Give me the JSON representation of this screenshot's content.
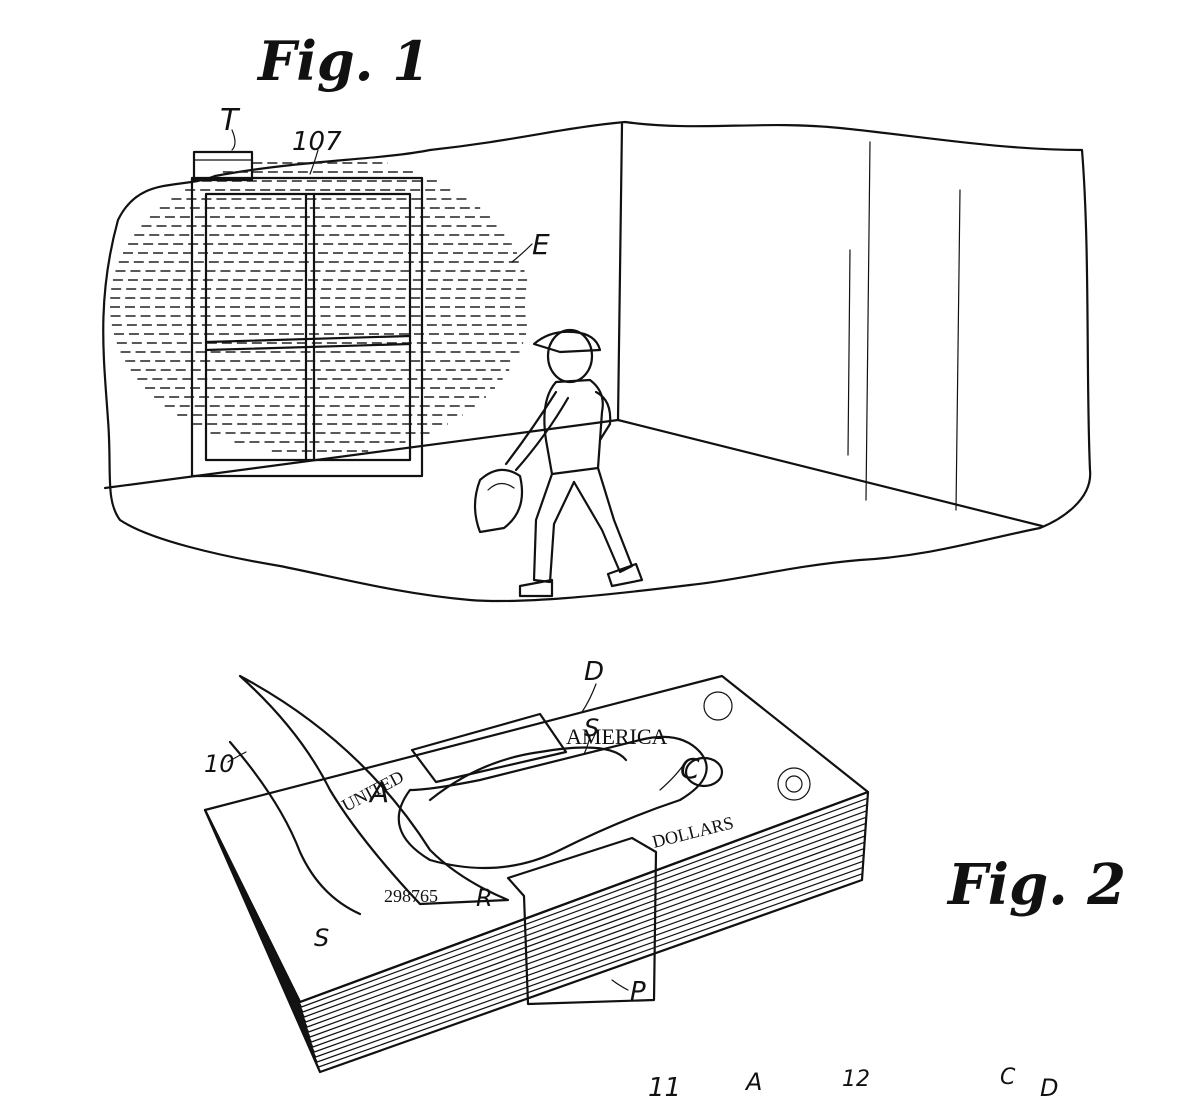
{
  "figure1": {
    "title": "Fig. 1",
    "refs": {
      "transmitter": "T",
      "sensor": "107",
      "field": "E"
    }
  },
  "figure2": {
    "title": "Fig. 2",
    "refs": {
      "top_strap": "D",
      "strip": "S",
      "cavity": "C",
      "bill": "10",
      "flap": "A",
      "tube": "R",
      "side_strip": "S",
      "band": "P"
    },
    "bill_text": {
      "america": "AMERICA",
      "united": "UNITED",
      "dollars": "DOLLARS",
      "serial": "298765"
    }
  },
  "figure3_partial": {
    "refs": {
      "r11": "11",
      "a": "A",
      "r12": "12",
      "c": "C",
      "d": "D"
    }
  }
}
